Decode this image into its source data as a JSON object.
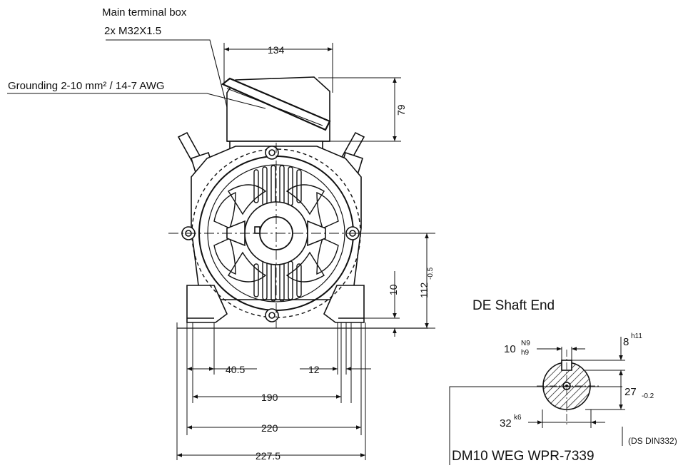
{
  "annotations": {
    "terminal_box": "Main terminal box",
    "terminal_spec": "2x M32X1.5",
    "grounding": "Grounding 2-10 mm² / 14-7 AWG"
  },
  "dimensions": {
    "d134": "134",
    "d79": "79",
    "d112": "112",
    "d112_tol": "-0.5",
    "d10": "10",
    "d40_5": "40.5",
    "d12": "12",
    "d190": "190",
    "d220": "220",
    "d227_5": "227.5"
  },
  "shaft": {
    "title": "DE Shaft End",
    "key_width": "10",
    "key_tol_top": "N9",
    "key_tol_bottom": "h9",
    "key_height": "8",
    "key_height_tol": "h11",
    "depth": "27",
    "depth_tol": "-0.2",
    "diameter": "32",
    "diameter_tol": "k6",
    "standard": "(DS DIN332)"
  },
  "drawing_code": "DM10 WEG WPR-7339"
}
